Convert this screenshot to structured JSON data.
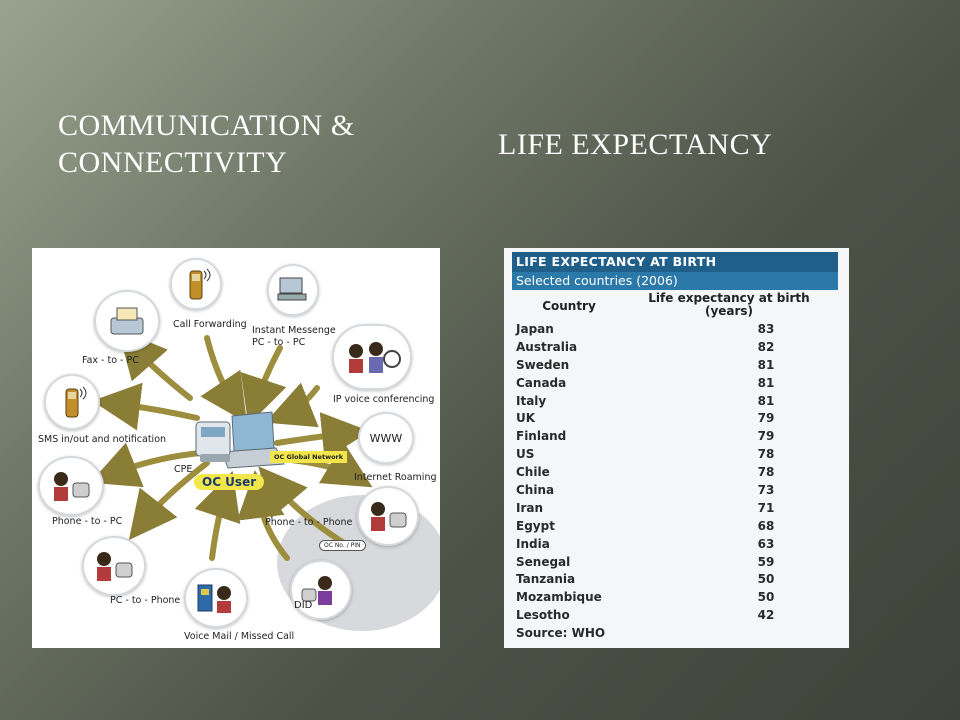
{
  "slide": {
    "left_heading": "COMMUNICATION & CONNECTIVITY",
    "right_heading": "LIFE EXPECTANCY"
  },
  "diagram": {
    "center_label": "OC User",
    "network_label": "OC Global Network",
    "cpe_label": "CPE",
    "nodes": [
      {
        "label": "Call Forwarding",
        "icon": "cell-phone-icon"
      },
      {
        "label": "Instant Messenge\nPC - to - PC",
        "icon": "laptop-icon"
      },
      {
        "label": "IP voice conferencing",
        "icon": "people-phone-icon"
      },
      {
        "label": "WWW",
        "icon": "www-icon"
      },
      {
        "label": "Internet Roaming",
        "icon": "www-icon"
      },
      {
        "label": "Phone - to - Phone",
        "icon": "person-phone-icon"
      },
      {
        "label": "DID",
        "icon": "person-phone-icon"
      },
      {
        "label": "OC No. / PIN",
        "icon": "speech-bubble-icon"
      },
      {
        "label": "Voice Mail / Missed Call",
        "icon": "voicemail-icon"
      },
      {
        "label": "PC - to - Phone",
        "icon": "person-phone-icon"
      },
      {
        "label": "Phone - to - PC",
        "icon": "person-phone-icon"
      },
      {
        "label": "SMS in/out and notification",
        "icon": "cell-phone-icon"
      },
      {
        "label": "Fax - to - PC",
        "icon": "fax-icon"
      }
    ]
  },
  "table": {
    "title": "LIFE EXPECTANCY AT BIRTH",
    "subtitle": "Selected countries (2006)",
    "col_country": "Country",
    "col_life": "Life expectancy at birth (years)",
    "rows": [
      {
        "country": "Japan",
        "value": "83"
      },
      {
        "country": "Australia",
        "value": "82"
      },
      {
        "country": "Sweden",
        "value": "81"
      },
      {
        "country": "Canada",
        "value": "81"
      },
      {
        "country": "Italy",
        "value": "81"
      },
      {
        "country": "UK",
        "value": "79"
      },
      {
        "country": "Finland",
        "value": "79"
      },
      {
        "country": "US",
        "value": "78"
      },
      {
        "country": "Chile",
        "value": "78"
      },
      {
        "country": "China",
        "value": "73"
      },
      {
        "country": "Iran",
        "value": "71"
      },
      {
        "country": "Egypt",
        "value": "68"
      },
      {
        "country": "India",
        "value": "63"
      },
      {
        "country": "Senegal",
        "value": "59"
      },
      {
        "country": "Tanzania",
        "value": "50"
      },
      {
        "country": "Mozambique",
        "value": "50"
      },
      {
        "country": "Lesotho",
        "value": "42"
      }
    ],
    "source": "Source: WHO"
  }
}
